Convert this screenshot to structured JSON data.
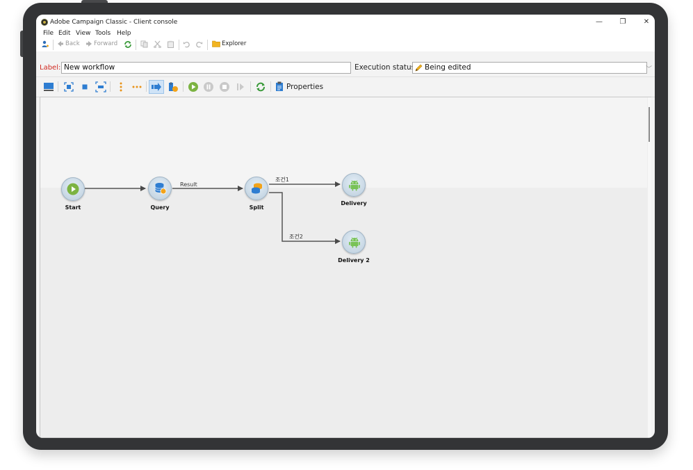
{
  "window": {
    "title": "Adobe Campaign Classic - Client console",
    "minimize_glyph": "—",
    "maximize_glyph": "❐",
    "close_glyph": "✕"
  },
  "menu": [
    "File",
    "Edit",
    "View",
    "Tools",
    "Help"
  ],
  "toolbar": {
    "back_label": "Back",
    "forward_label": "Forward",
    "explorer_label": "Explorer"
  },
  "form": {
    "label_caption": "Label:",
    "label_value": "New workflow",
    "status_caption": "Execution status:",
    "status_value": "Being edited"
  },
  "workflow_toolbar": {
    "properties_label": "Properties"
  },
  "workflow": {
    "nodes": {
      "start": "Start",
      "query": "Query",
      "split": "Split",
      "delivery1": "Delivery",
      "delivery2": "Delivery 2"
    },
    "edges": {
      "query_out": "Result",
      "split_out1": "조건1",
      "split_out2": "조건2"
    }
  },
  "colors": {
    "accent_green": "#7cb342",
    "node_blue": "#2e7dd1",
    "label_red": "#d0281f",
    "android_green": "#78c257"
  }
}
